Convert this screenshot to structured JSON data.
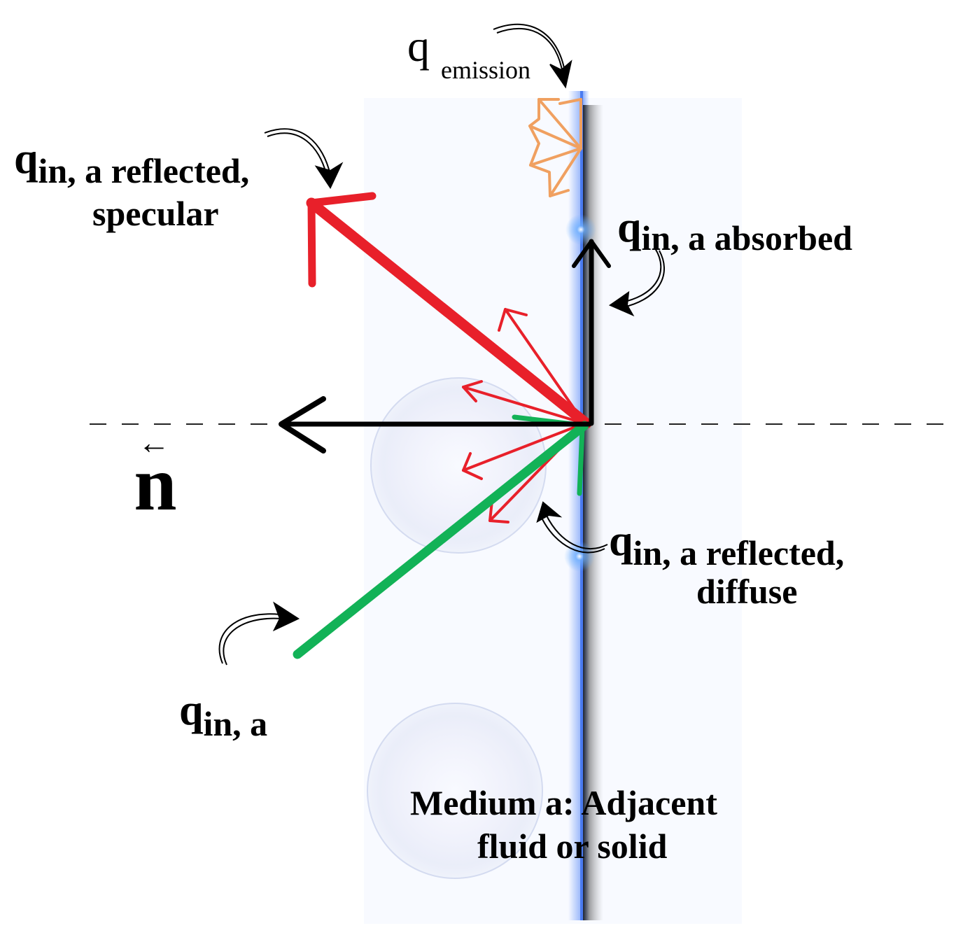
{
  "colors": {
    "specular": "#e8202a",
    "diffuse": "#e8202a",
    "incident": "#12b257",
    "emission": "#f0a060",
    "boundary": "#000000",
    "glow": "#2f6cf5",
    "text": "#000000"
  },
  "labels": {
    "emission": {
      "q": "q",
      "sub": "emission"
    },
    "specular": {
      "q": "q",
      "sub": "in, a reflected,",
      "line2": "specular"
    },
    "absorbed": {
      "q": "q",
      "sub": "in, a absorbed"
    },
    "normal": {
      "arrow": "←",
      "letter": "n"
    },
    "diffuse": {
      "q": "q",
      "sub": "in, a reflected,",
      "line2": "diffuse"
    },
    "incident": {
      "q": "q",
      "sub": "in, a"
    },
    "medium": {
      "line1": "Medium a: Adjacent",
      "line2": "fluid or solid"
    }
  }
}
